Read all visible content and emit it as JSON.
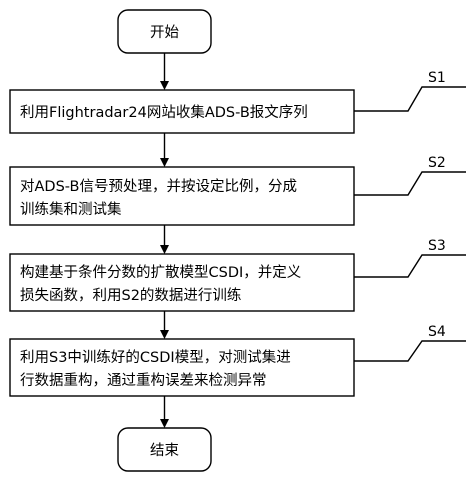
{
  "start": {
    "label": "开始"
  },
  "steps": [
    {
      "tag": "S1",
      "lines": [
        "利用Flightradar24网站收集ADS-B报文序列"
      ]
    },
    {
      "tag": "S2",
      "lines": [
        "对ADS-B信号预处理，并按设定比例，分成",
        "训练集和测试集"
      ]
    },
    {
      "tag": "S3",
      "lines": [
        "构建基于条件分数的扩散模型CSDI，并定义",
        "损失函数，利用S2的数据进行训练"
      ]
    },
    {
      "tag": "S4",
      "lines": [
        "利用S3中训练好的CSDI模型，对测试集进",
        "行数据重构，通过重构误差来检测异常"
      ]
    }
  ],
  "end": {
    "label": "结束"
  }
}
